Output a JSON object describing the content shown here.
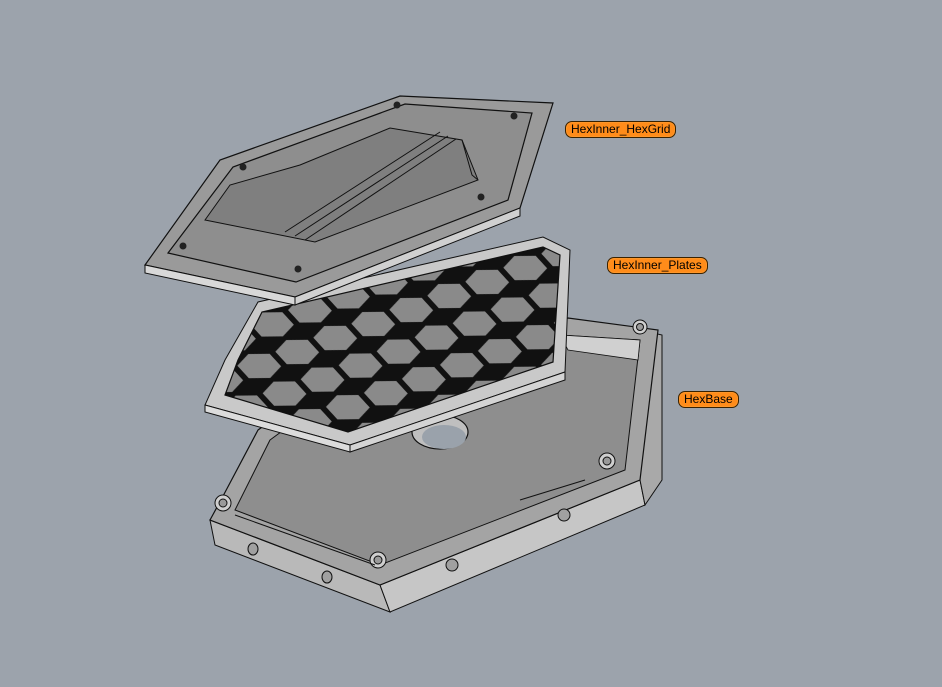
{
  "viewport": {
    "background_color": "#9ca3ac",
    "view": "isometric exploded assembly",
    "parts": [
      {
        "id": "top",
        "name": "HexInner_HexGrid",
        "label": "HexInner_HexGrid"
      },
      {
        "id": "middle",
        "name": "HexInner_Plates",
        "label": "HexInner_Plates"
      },
      {
        "id": "bottom",
        "name": "HexBase",
        "label": "HexBase"
      }
    ]
  },
  "colors": {
    "label_fill": "#ff8c1a",
    "label_border": "#3a2200",
    "part_face": "#8e8e8e",
    "part_edge": "#111111",
    "part_highlight": "#d4d4d4"
  }
}
